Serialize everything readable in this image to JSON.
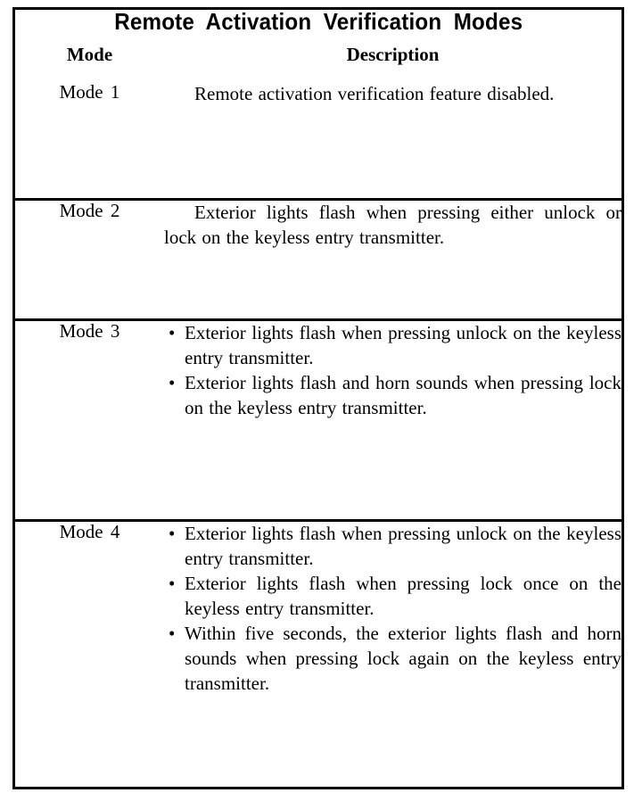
{
  "table": {
    "title": "Remote Activation Verification Modes",
    "columns": {
      "mode": "Mode",
      "description": "Description"
    },
    "rows": [
      {
        "mode": "Mode 1",
        "kind": "paragraph",
        "text": "Remote activation verification feature disabled."
      },
      {
        "mode": "Mode 2",
        "kind": "paragraph",
        "text": "Exterior lights flash when pressing either unlock or lock on the keyless entry transmitter."
      },
      {
        "mode": "Mode 3",
        "kind": "bullets",
        "bullets": [
          "Exterior lights flash when pressing unlock on the keyless entry transmitter.",
          "Exterior lights flash and horn sounds when pressing lock on the keyless entry transmitter."
        ]
      },
      {
        "mode": "Mode 4",
        "kind": "bullets",
        "bullets": [
          "Exterior lights flash when pressing unlock on the keyless entry transmitter.",
          "Exterior lights flash when pressing lock once on the keyless entry transmitter.",
          "Within five seconds, the exterior lights flash and horn sounds when pressing lock again on the keyless entry transmitter."
        ]
      }
    ],
    "bullet_glyph": "•",
    "colors": {
      "ink": "#000000",
      "paper": "#ffffff"
    }
  }
}
